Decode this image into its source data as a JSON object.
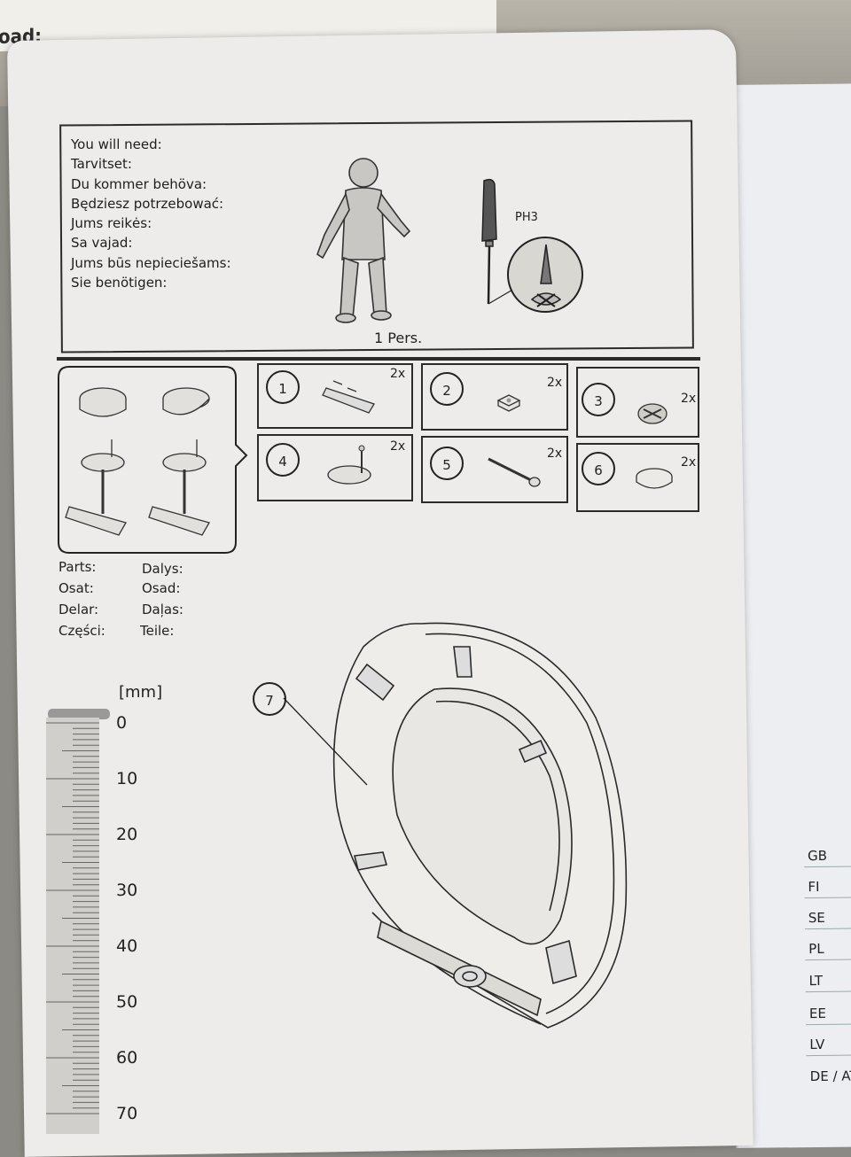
{
  "background_page": {
    "label": "oad:"
  },
  "you_will_need": {
    "lines": [
      "You will need:",
      "Tarvitset:",
      "Du kommer behöva:",
      "Będziesz potrzebować:",
      "Jums reikės:",
      "Sa vajad:",
      "Jums būs nepieciešams:",
      "Sie benötigen:"
    ],
    "persons": "1 Pers.",
    "screwdriver": "PH3"
  },
  "parts": [
    {
      "number": "1",
      "qty": "2x"
    },
    {
      "number": "2",
      "qty": "2x"
    },
    {
      "number": "3",
      "qty": "2x"
    },
    {
      "number": "4",
      "qty": "2x"
    },
    {
      "number": "5",
      "qty": "2x"
    },
    {
      "number": "6",
      "qty": "2x"
    }
  ],
  "parts_labels": {
    "left": [
      "Parts:",
      "Osat:",
      "Delar:",
      "Części:"
    ],
    "right": [
      "Dalys:",
      "Osad:",
      "Daļas:",
      "Teile:"
    ]
  },
  "seat_label": "7",
  "ruler": {
    "unit": "[mm]",
    "marks": [
      "0",
      "10",
      "20",
      "30",
      "40",
      "50",
      "60",
      "70"
    ]
  },
  "languages": [
    "GB",
    "FI",
    "SE",
    "PL",
    "LT",
    "EE",
    "LV",
    "DE / AT"
  ]
}
